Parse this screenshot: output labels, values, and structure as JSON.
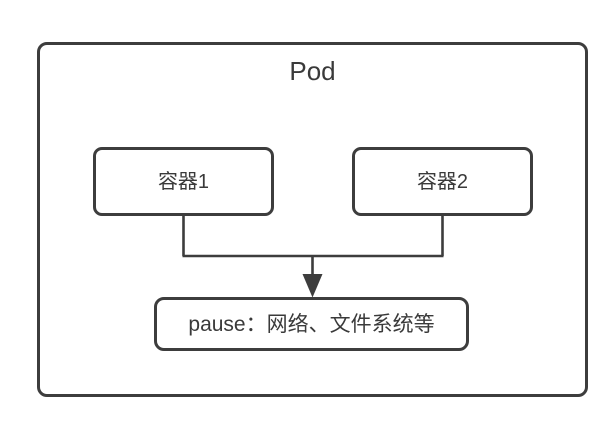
{
  "diagram": {
    "title": "Pod",
    "nodes": {
      "container1": "容器1",
      "container2": "容器2",
      "pause": "pause：网络、文件系统等"
    },
    "connector": {
      "description": "container1 and container2 merge into a single downward arrow pointing to the pause node"
    },
    "colors": {
      "line": "#3d3d3d",
      "text": "#3a3a3a",
      "background": "#ffffff"
    }
  }
}
